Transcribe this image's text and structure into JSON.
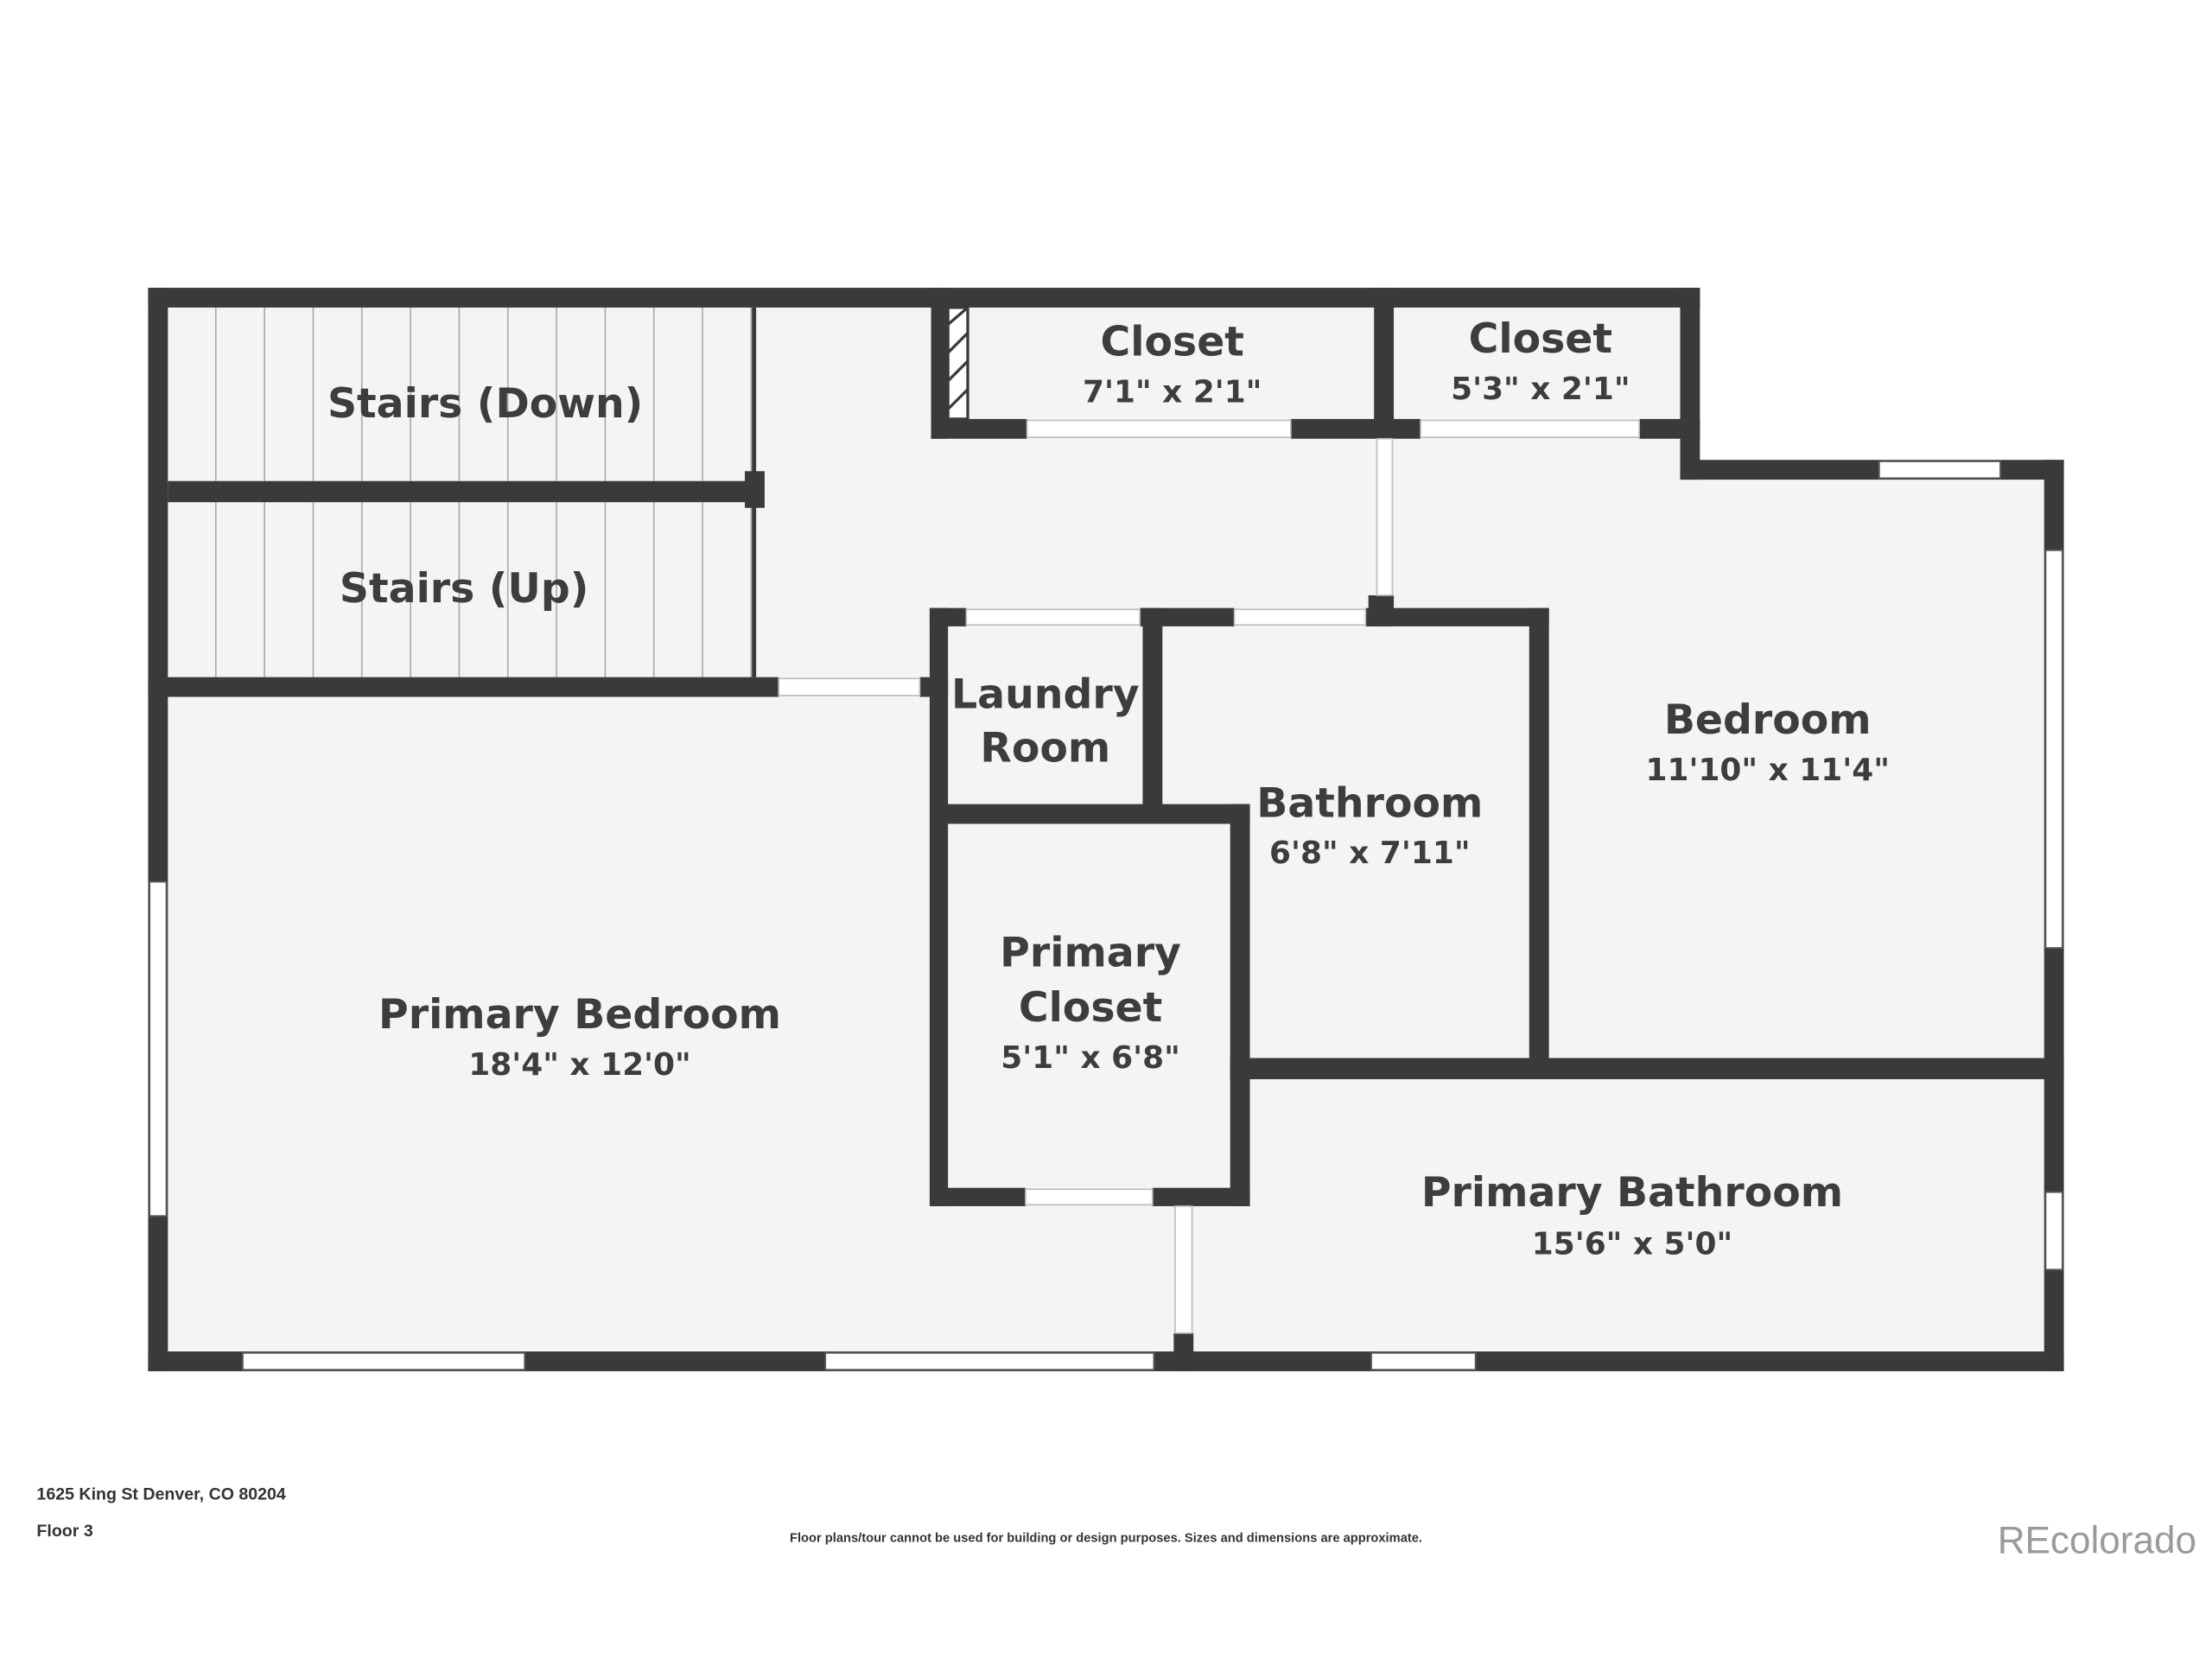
{
  "rooms": [
    {
      "name": "Stairs (Down)",
      "dims": ""
    },
    {
      "name": "Stairs (Up)",
      "dims": ""
    },
    {
      "name": "Closet",
      "dims": "7'1\" x 2'1\""
    },
    {
      "name": "Closet",
      "dims": "5'3\" x 2'1\""
    },
    {
      "name": "Laundry",
      "name2": "Room",
      "dims": ""
    },
    {
      "name": "Bathroom",
      "dims": "6'8\" x 7'11\""
    },
    {
      "name": "Bedroom",
      "dims": "11'10\" x 11'4\""
    },
    {
      "name": "Primary Bedroom",
      "dims": "18'4\" x 12'0\""
    },
    {
      "name": "Primary",
      "name2": "Closet",
      "dims": "5'1\" x 6'8\""
    },
    {
      "name": "Primary Bathroom",
      "dims": "15'6\" x 5'0\""
    }
  ],
  "footer": {
    "address": "1625 King St Denver, CO 80204",
    "floor": "Floor 3",
    "disclaimer": "Floor plans/tour cannot be used for building or design purposes. Sizes and dimensions are approximate.",
    "brand": "REcolorado"
  },
  "colors": {
    "wall": "#3a3a3a",
    "floor": "#f4f4f4"
  }
}
